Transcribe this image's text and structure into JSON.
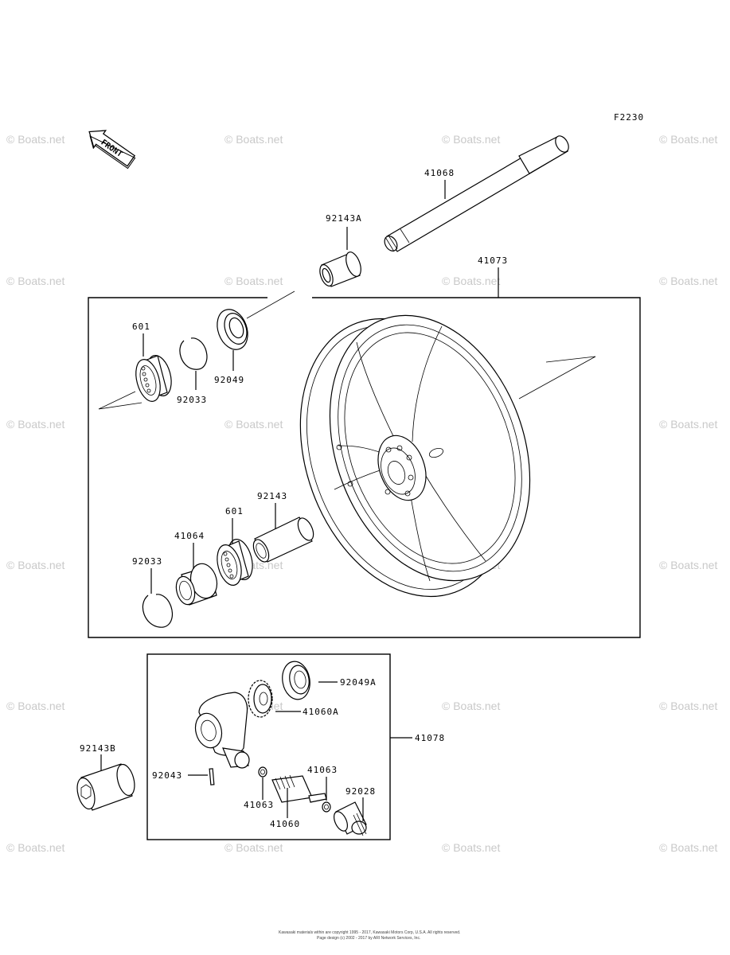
{
  "figure_code": "F2230",
  "front_label": "FRONT",
  "watermark": "© Boats.net",
  "parts": {
    "axle": "41068",
    "collar_a": "92143A",
    "wheel": "41073",
    "bearing_top": "601",
    "circlip_top": "92033",
    "seal_top": "92049",
    "collar": "92143",
    "bearing_bottom": "601",
    "coupling": "41064",
    "circlip_bottom": "92033",
    "seal_a": "92049A",
    "gear_a": "41060A",
    "meter_assy": "41078",
    "collar_b": "92143B",
    "pin": "92043",
    "washer_right": "41063",
    "washer_left": "41063",
    "pinion": "41060",
    "bushing": "92028"
  },
  "footer": {
    "line1": "Kawasaki materials within are copyright 1995 - 2017, Kawasaki Motors Corp, U.S.A. All rights reserved.",
    "line2": "Page design (c) 2002 - 2017 by ARI Network Services, Inc."
  }
}
